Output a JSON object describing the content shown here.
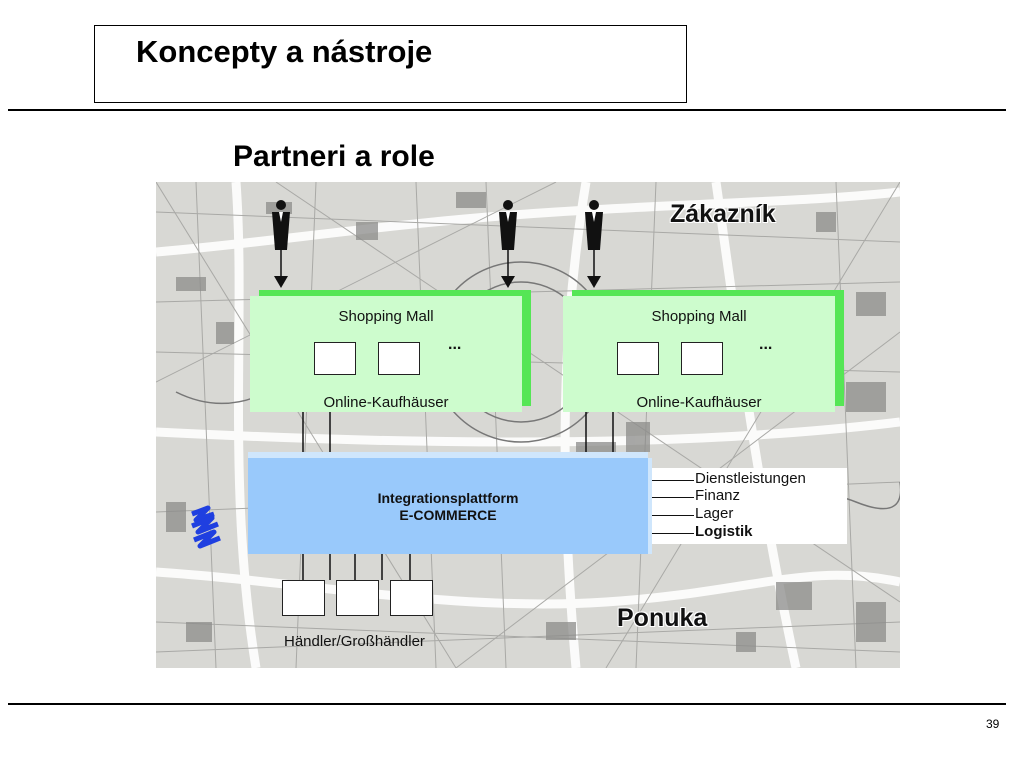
{
  "slide": {
    "title": "Koncepty a nástroje",
    "subtitle": "Partneri a role",
    "page_number": "39"
  },
  "diagram": {
    "customer_label": "Zákazník",
    "offer_label": "Ponuka",
    "malls": [
      {
        "title": "Shopping Mall",
        "subtitle": "Online-Kaufhäuser",
        "more": "..."
      },
      {
        "title": "Shopping Mall",
        "subtitle": "Online-Kaufhäuser",
        "more": "..."
      }
    ],
    "platform": {
      "line1": "Integrationsplattform",
      "line2": "E-COMMERCE"
    },
    "services": [
      "Dienstleistungen",
      "Finanz",
      "Lager",
      "Logistik"
    ],
    "dealers_label": "Händler/Großhändler"
  },
  "colors": {
    "mall_fill": "#cdfccd",
    "mall_shadow": "#55e655",
    "platform_fill": "#99c9fb",
    "map_background": "#d9d9d6",
    "logo_blue": "#1f3fe0"
  },
  "icons": {
    "customer": "person-in-suit-icon",
    "logo": "blue-zigzag-logo-icon"
  }
}
